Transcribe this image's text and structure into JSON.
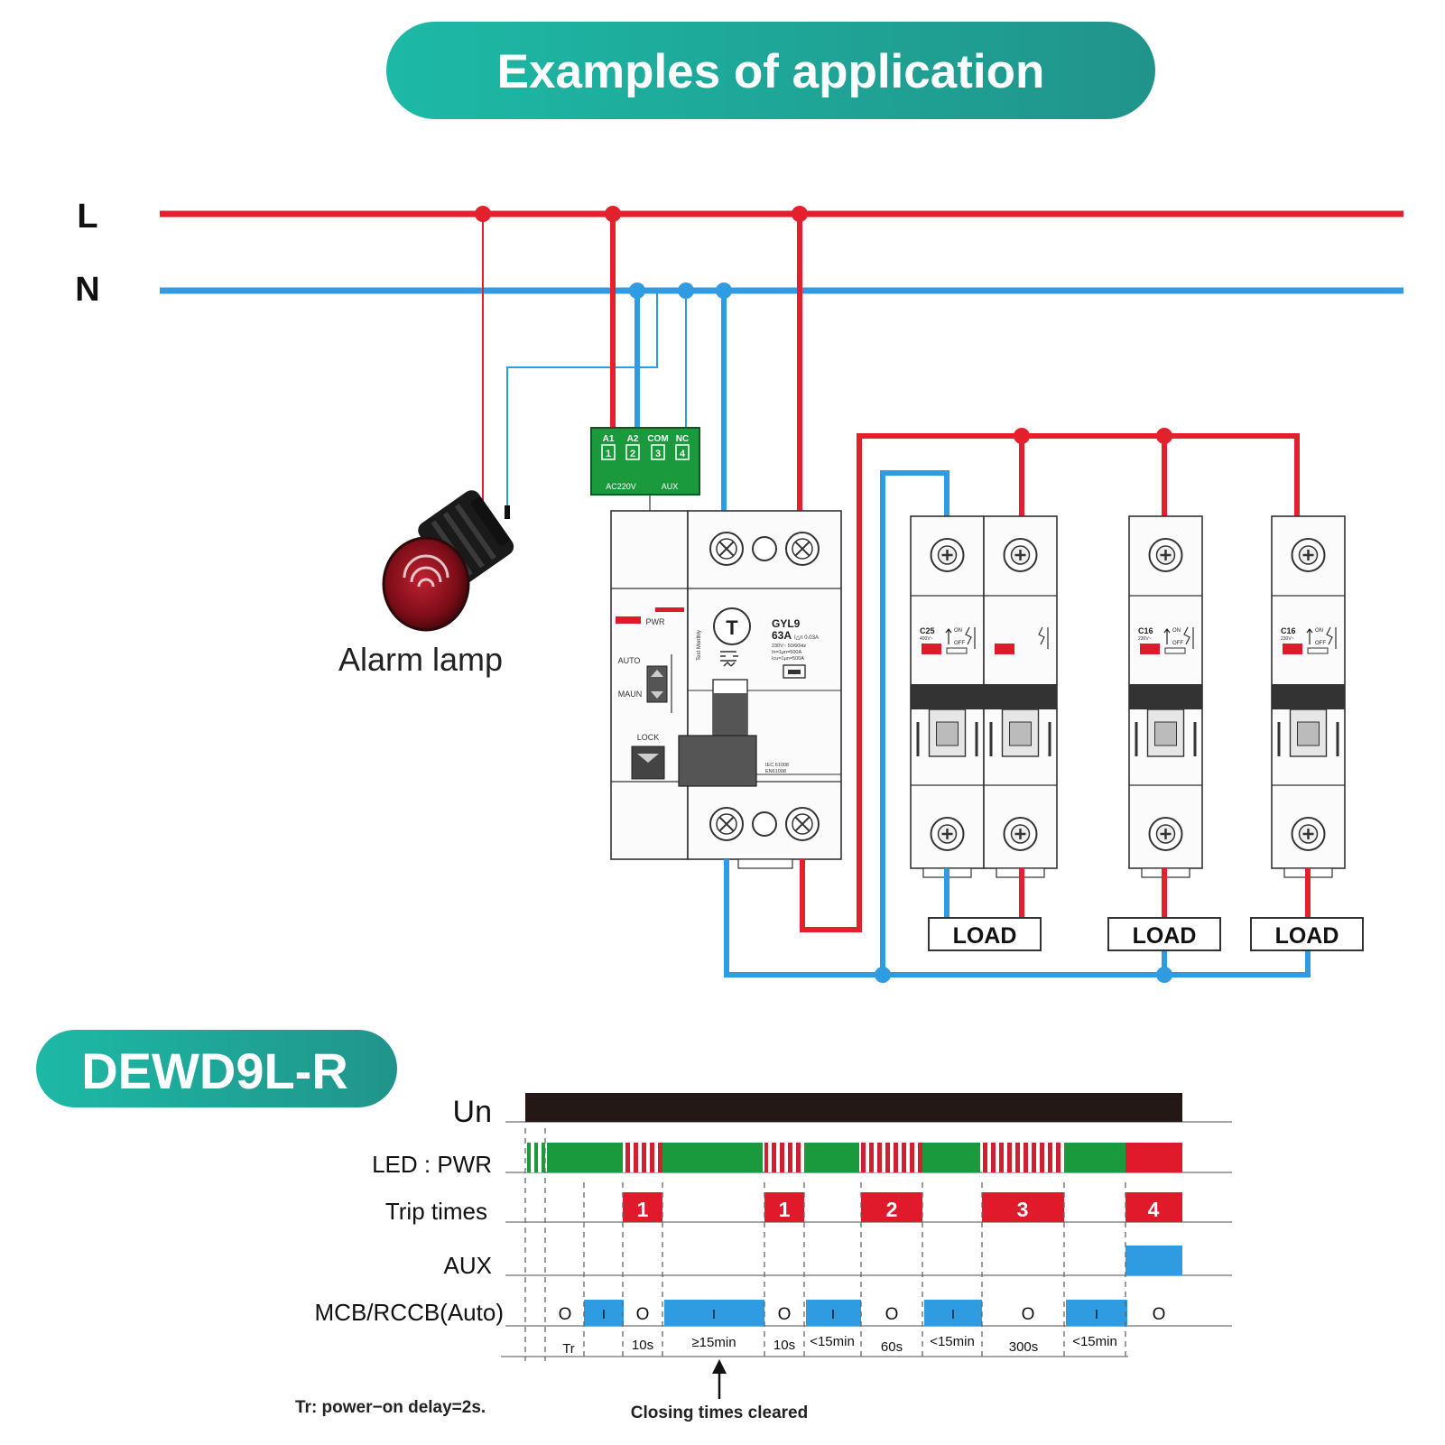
{
  "header": {
    "title": "Examples of application"
  },
  "colors": {
    "teal_start": "#1db9a6",
    "teal_end": "#20948a",
    "line_L": "#e3202b",
    "line_N": "#2f9be0",
    "green": "#1a9a3c",
    "red": "#e01a2b",
    "blue": "#2f9be0",
    "black": "#231815"
  },
  "bus": {
    "line_label": "L",
    "neutral_label": "N"
  },
  "alarm": {
    "label": "Alarm lamp"
  },
  "aux_module": {
    "terminals": [
      "A1",
      "A2",
      "COM",
      "NC"
    ],
    "numbers": [
      "1",
      "2",
      "3",
      "4"
    ],
    "left_label": "AC220V",
    "right_label": "AUX"
  },
  "rcbo": {
    "pwr_label": "PWR",
    "auto_label": "AUTO",
    "manual_label": "MAUN",
    "lock_label": "LOCK",
    "test_label": "T",
    "model": "GYL9",
    "rating": "63A",
    "sensitivity": "I△n 0.03A",
    "spec_lines": [
      "230V~ 50/60Hz",
      "In=1μn=500A",
      "Icu=1μn=500A"
    ],
    "standards": [
      "IEC 61008",
      "EN61008"
    ],
    "side_text": "Test Monthly"
  },
  "breakers": [
    {
      "rating": "C25",
      "voltage": "400V~",
      "on": "ON",
      "off": "OFF",
      "poles": 2
    },
    {
      "rating": "C16",
      "voltage": "230V~",
      "on": "ON",
      "off": "OFF",
      "poles": 1
    },
    {
      "rating": "C16",
      "voltage": "230V~",
      "on": "ON",
      "off": "OFF",
      "poles": 1
    }
  ],
  "loads": [
    "LOAD",
    "LOAD",
    "LOAD"
  ],
  "product_badge": "DEWD9L-R",
  "timing": {
    "rows": [
      "Un",
      "LED : PWR",
      "Trip  times",
      "AUX",
      "MCB/RCCB(Auto)"
    ],
    "trip_counts": [
      "1",
      "1",
      "2",
      "3",
      "4"
    ],
    "mcb_states": [
      "O",
      "I",
      "O",
      "I",
      "O",
      "I",
      "O",
      "I",
      "O",
      "I",
      "O"
    ],
    "intervals": [
      "Tr",
      "10s",
      "≥15min",
      "10s",
      "<15min",
      "60s",
      "<15min",
      "300s",
      "<15min"
    ],
    "note_left": "Tr: power−on delay=2s.",
    "note_arrow": "Closing times cleared"
  }
}
